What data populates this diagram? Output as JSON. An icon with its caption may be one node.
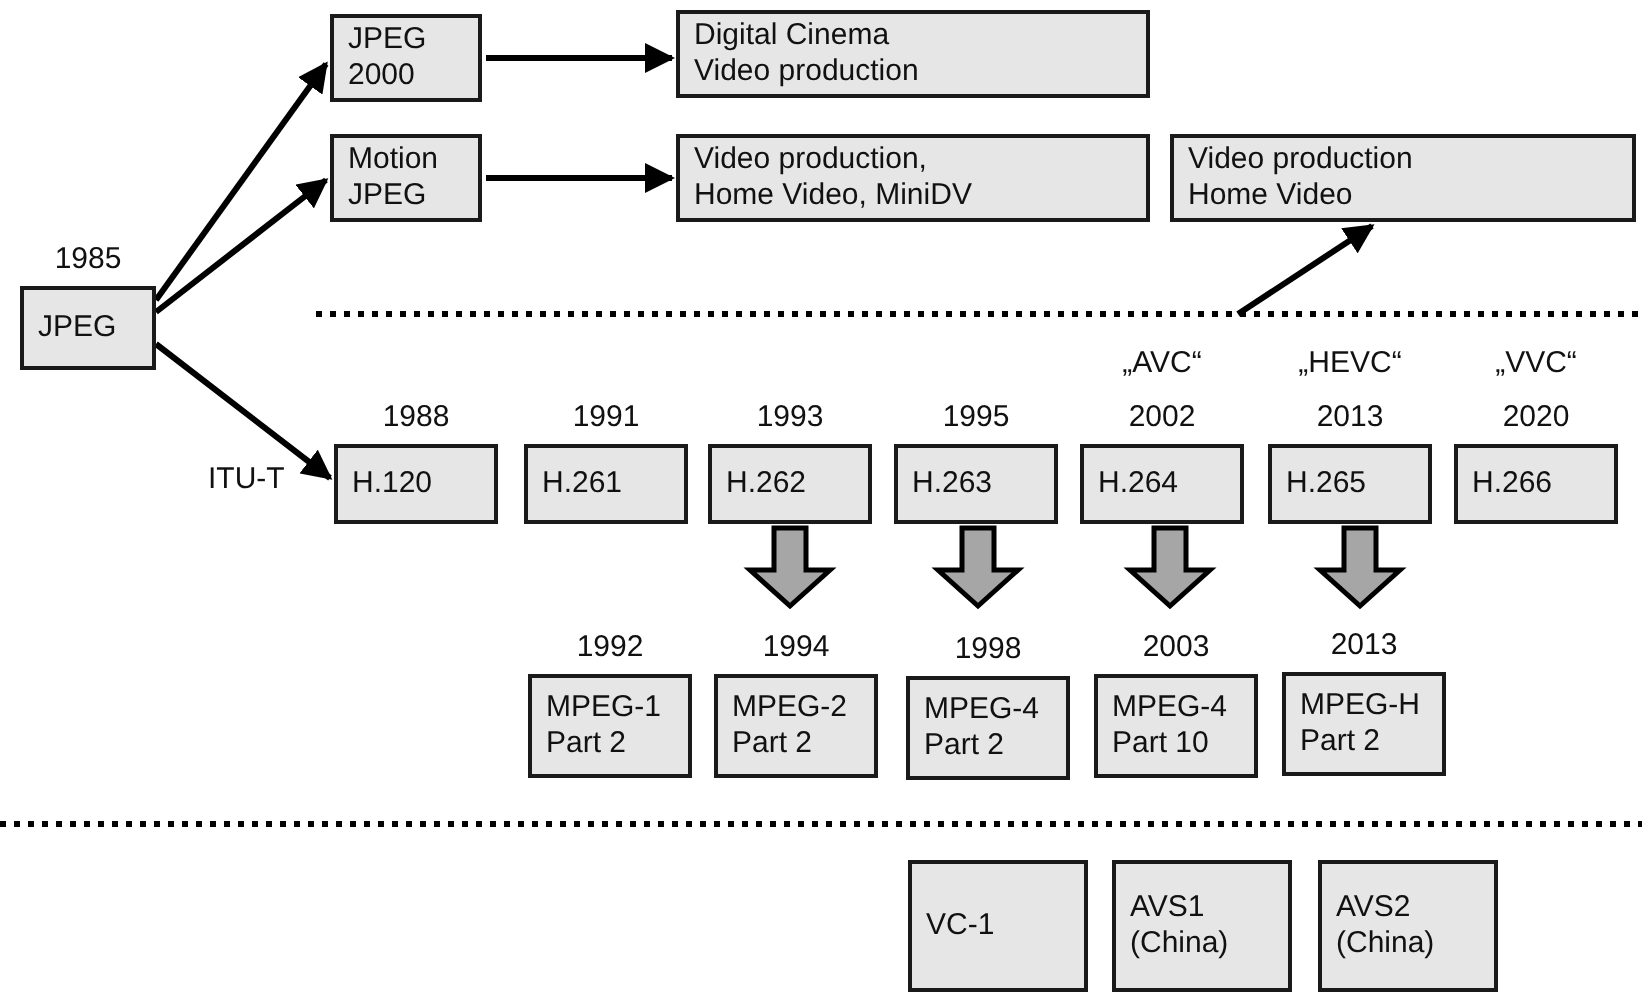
{
  "diagram": {
    "nodes": [
      {
        "text": [
          "JPEG"
        ],
        "beside": [
          "1985"
        ]
      },
      {
        "text": [
          "JPEG 2000"
        ]
      },
      {
        "text": [
          "Motion JPEG"
        ]
      },
      {
        "text": [
          "Digital Cinema Video production"
        ]
      },
      {
        "text": [
          "Video production, Home Video, MiniDV"
        ]
      },
      {
        "text": [
          "Video production Home Video"
        ]
      },
      {
        "text": [
          "H.120"
        ],
        "beside": [
          "1988"
        ]
      },
      {
        "text": [
          "H.261"
        ],
        "beside": [
          "1991"
        ]
      },
      {
        "text": [
          "H.262"
        ],
        "beside": [
          "1993"
        ]
      },
      {
        "text": [
          "H.263"
        ],
        "beside": [
          "1995"
        ]
      },
      {
        "text": [
          "H.264"
        ],
        "beside": [
          "„AVC“",
          "2002"
        ]
      },
      {
        "text": [
          "H.265"
        ],
        "beside": [
          "„HEVC“",
          "2013"
        ]
      },
      {
        "text": [
          "H.266"
        ],
        "beside": [
          "„VVC“",
          "2020"
        ]
      },
      {
        "text": [
          "MPEG-1 Part 2"
        ],
        "beside": [
          "1992"
        ]
      },
      {
        "text": [
          "MPEG-2 Part 2"
        ],
        "beside": [
          "1994"
        ]
      },
      {
        "text": [
          "MPEG-4 Part 2"
        ],
        "beside": [
          "1998"
        ]
      },
      {
        "text": [
          "MPEG-4 Part 10"
        ],
        "beside": [
          "2003"
        ]
      },
      {
        "text": [
          "MPEG-H Part 2"
        ],
        "beside": [
          "2013"
        ]
      },
      {
        "text": [
          "VC-1"
        ]
      },
      {
        "text": [
          "AVS1 (China)"
        ]
      },
      {
        "text": [
          "AVS2 (China)"
        ]
      }
    ],
    "edges": [
      {
        "from": 0,
        "to": 1,
        "arrow": "to"
      },
      {
        "from": 0,
        "to": 2,
        "arrow": "to"
      },
      {
        "from": 0,
        "to": 6,
        "arrow": "to"
      },
      {
        "from": 1,
        "to": 3,
        "arrow": "to"
      },
      {
        "from": 2,
        "to": 4,
        "arrow": "to"
      },
      {
        "from": 10,
        "to": 5,
        "arrow": "to"
      },
      {
        "from": 8,
        "to": 14,
        "arrow": "to",
        "style": "thick",
        "color": "#a6a6a6"
      },
      {
        "from": 9,
        "to": 15,
        "arrow": "to",
        "style": "thick",
        "color": "#a6a6a6"
      },
      {
        "from": 10,
        "to": 16,
        "arrow": "to",
        "style": "thick",
        "color": "#a6a6a6"
      },
      {
        "from": 11,
        "to": 17,
        "arrow": "to",
        "style": "thick",
        "color": "#a6a6a6"
      }
    ],
    "labels": [
      "ITU-T"
    ]
  }
}
